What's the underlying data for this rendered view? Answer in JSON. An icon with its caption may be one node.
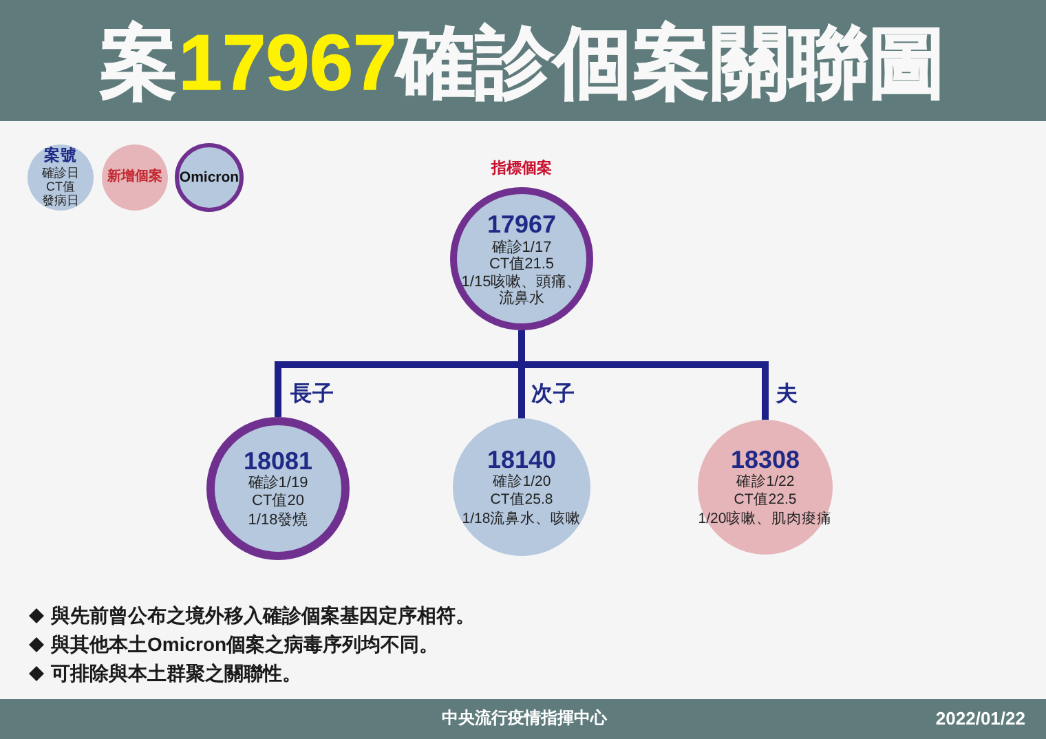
{
  "diagram": {
    "title": "案17967確診個案關聯圖",
    "nodes": [
      {
        "text": [
          "17967",
          "確診1/17",
          "CT值21.5",
          "1/15咳嗽、頭痛、流鼻水"
        ],
        "beside": [
          "指標個案"
        ]
      },
      {
        "text": [
          "18081",
          "確診1/19",
          "CT值20",
          "1/18發燒"
        ]
      },
      {
        "text": [
          "18140",
          "確診1/20",
          "CT值25.8",
          "1/18流鼻水、咳嗽"
        ]
      },
      {
        "text": [
          "18308",
          "確診1/22",
          "CT值22.5",
          "1/20咳嗽、肌肉痠痛"
        ]
      }
    ],
    "edges": [
      {
        "from": 0,
        "to": 1,
        "arrow": "none",
        "label": "長子"
      },
      {
        "from": 0,
        "to": 2,
        "arrow": "none",
        "label": "次子"
      },
      {
        "from": 0,
        "to": 3,
        "arrow": "none",
        "label": "夫"
      }
    ],
    "labels": [
      "與先前曾公布之境外移入確診個案基因定序相符。",
      "與其他本土Omicron個案之病毒序列均不同。",
      "可排除與本土群聚之關聯性。",
      "中央流行疫情指揮中心",
      "2022/01/22"
    ],
    "legend": [
      {
        "text": "**案號**確診日CT值發病日",
        "color": "#b5c8de"
      },
      {
        "text": "新增個案",
        "color": "#e6b5b9"
      },
      {
        "text": "Omicron"
      }
    ]
  }
}
